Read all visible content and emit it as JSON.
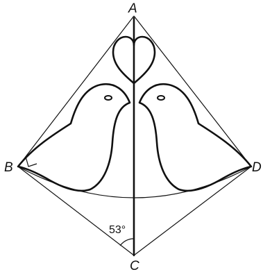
{
  "figure": {
    "vertex_labels": {
      "A": "A",
      "B": "B",
      "C": "C",
      "D": "D"
    },
    "angle_label": "53°",
    "shapes": [
      "heart",
      "two-doves",
      "kite"
    ]
  }
}
